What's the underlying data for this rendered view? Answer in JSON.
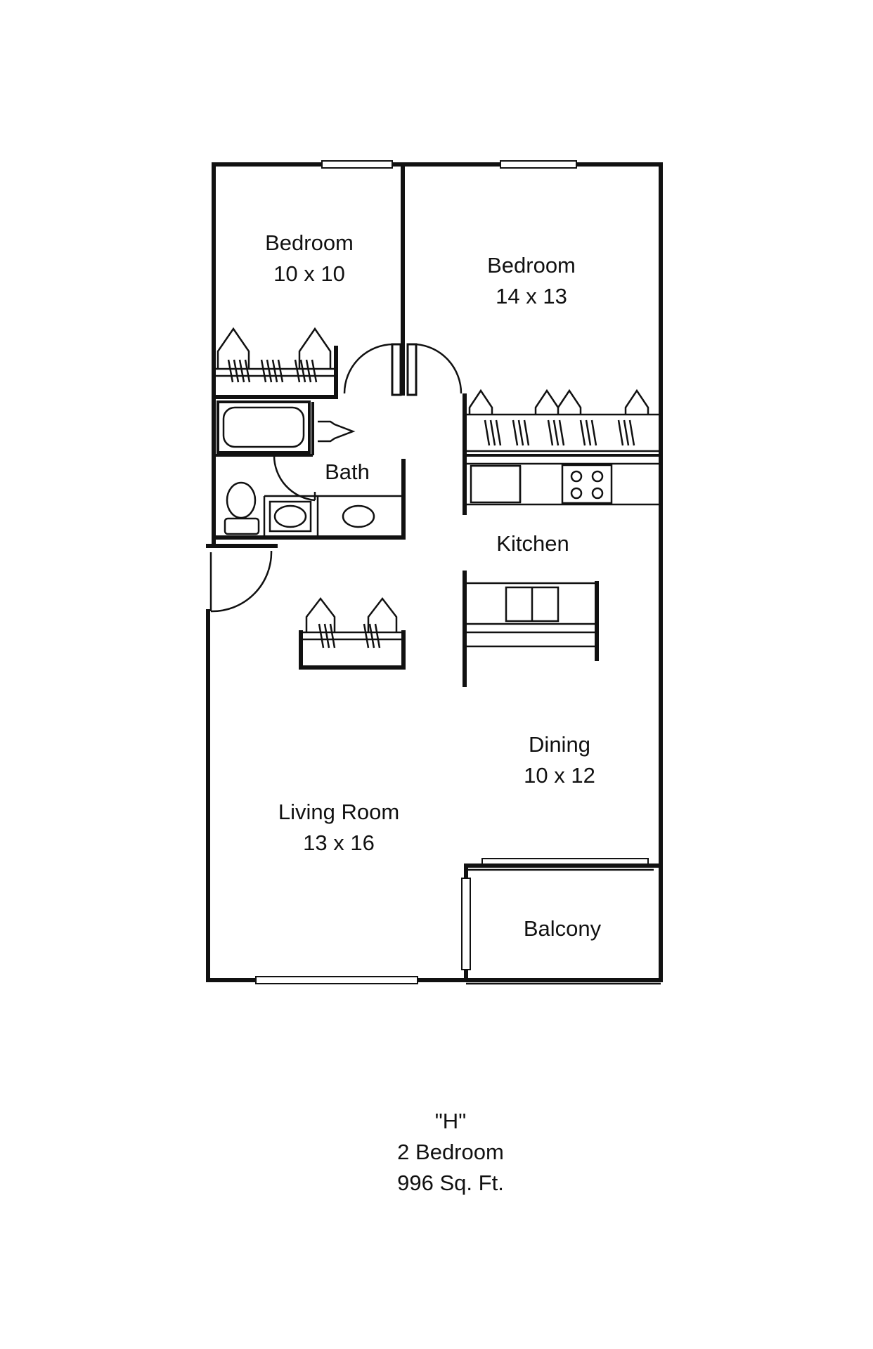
{
  "rooms": {
    "bedroom_small": {
      "name": "Bedroom",
      "size": "10 x 10"
    },
    "bedroom_large": {
      "name": "Bedroom",
      "size": "14 x 13"
    },
    "bath": {
      "name": "Bath"
    },
    "kitchen": {
      "name": "Kitchen"
    },
    "dining": {
      "name": "Dining",
      "size": "10 x 12"
    },
    "living": {
      "name": "Living Room",
      "size": "13 x 16"
    },
    "balcony": {
      "name": "Balcony"
    }
  },
  "caption": {
    "unit": "\"H\"",
    "bedrooms": "2 Bedroom",
    "area": "996 Sq. Ft."
  },
  "colors": {
    "line": "#111111",
    "background": "#ffffff"
  }
}
